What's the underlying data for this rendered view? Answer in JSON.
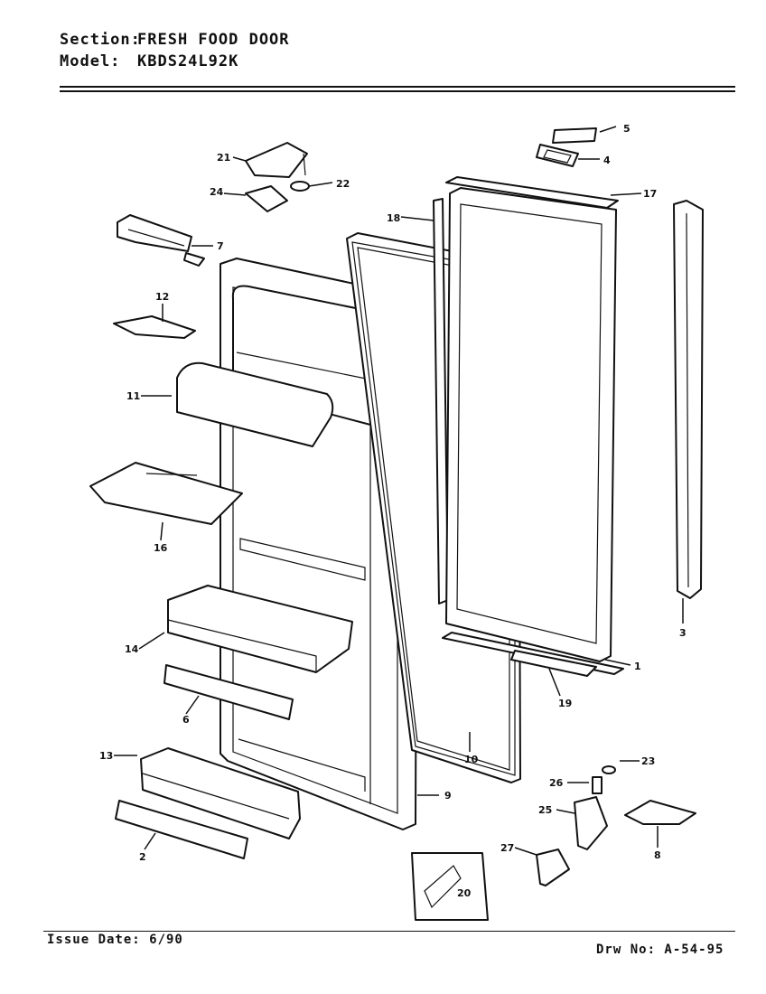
{
  "header": {
    "section_label": "Section:",
    "section_value": "FRESH FOOD DOOR",
    "model_label": "Model:",
    "model_value": "KBDS24L92K"
  },
  "footer": {
    "issue_date": "Issue Date: 6/90",
    "drawing_no": "Drw No: A-54-95"
  },
  "callouts": {
    "p1": "1",
    "p2": "2",
    "p3": "3",
    "p4": "4",
    "p5": "5",
    "p6": "6",
    "p7": "7",
    "p8": "8",
    "p9": "9",
    "p10": "10",
    "p11": "11",
    "p12": "12",
    "p13": "13",
    "p14": "14",
    "p16": "16",
    "p17": "17",
    "p18": "18",
    "p19": "19",
    "p20": "20",
    "p21": "21",
    "p22": "22",
    "p23": "23",
    "p24": "24",
    "p25": "25",
    "p26": "26",
    "p27": "27"
  }
}
